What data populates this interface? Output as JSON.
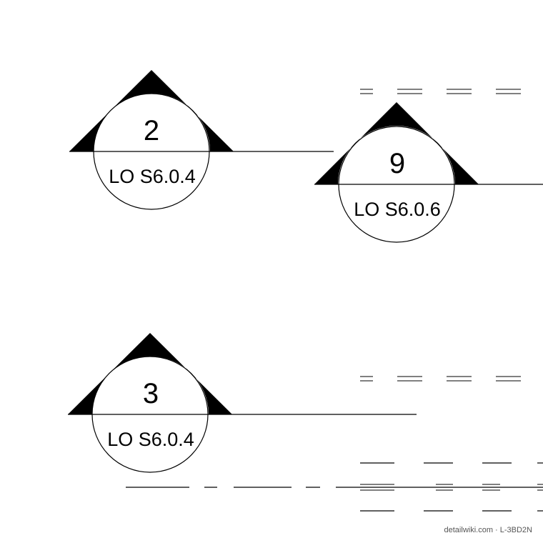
{
  "markers": [
    {
      "number": "2",
      "sheet": "LO S6.0.4"
    },
    {
      "number": "9",
      "sheet": "LO S6.0.6"
    },
    {
      "number": "3",
      "sheet": "LO S6.0.4"
    }
  ],
  "watermark": "detailwiki.com · L-3BD2N"
}
